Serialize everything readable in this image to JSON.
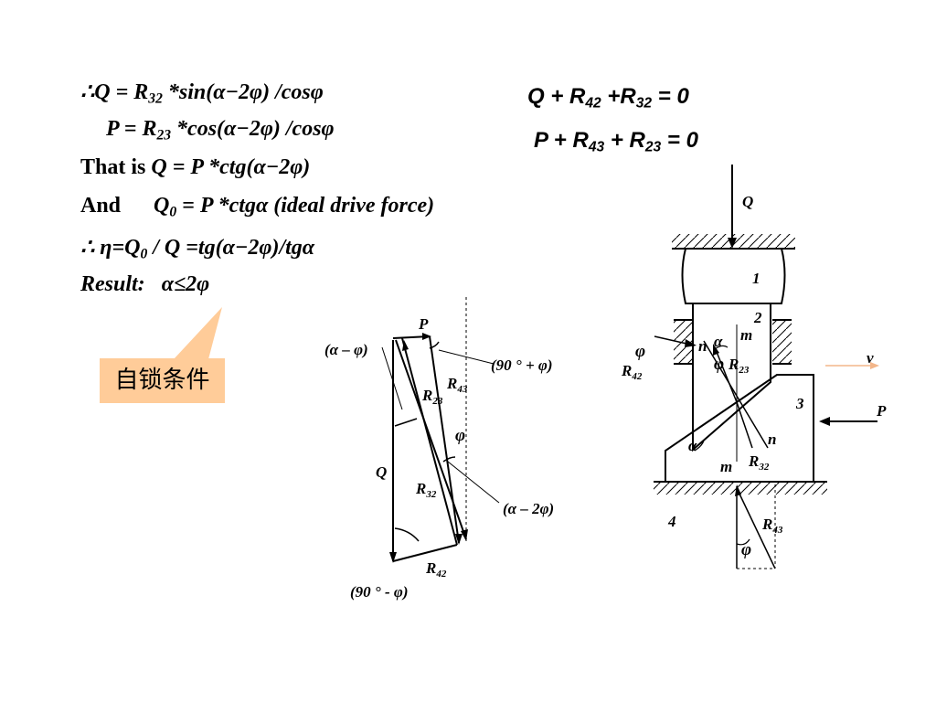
{
  "formulas": {
    "line1": {
      "prefix": "∴Q = R",
      "sub": "32",
      "rest": " *sin(α−2φ) /cosφ"
    },
    "line2": {
      "prefix": "P = R",
      "sub": "23",
      "rest": " *cos(α−2φ) /cosφ"
    },
    "line3": {
      "lead": "That is ",
      "rest": "Q = P *ctg(α−2φ)"
    },
    "line4": {
      "lead": "And",
      "q": "Q",
      "sub": "0",
      "rest": " = P *ctgα  (ideal  drive force)"
    },
    "line5": {
      "prefix": "∴ η=Q",
      "sub": "0",
      "rest": " / Q =tg(α−2φ)/tgα"
    },
    "line6": {
      "label": "Result:",
      "value": "α≤2φ"
    }
  },
  "equilibrium": {
    "eq1": {
      "a": "Q + R",
      "s1": "42",
      "b": " +R",
      "s2": "32",
      "c": " = 0"
    },
    "eq2": {
      "a": "P + R",
      "s1": "43",
      "b": " + R",
      "s2": "23",
      "c": " = 0"
    }
  },
  "callout": {
    "text": "自锁条件",
    "color": "#ffcc99"
  },
  "triangle_labels": {
    "alpha_minus_phi": "(α – φ)",
    "P": "P",
    "ninety_plus_phi": "(90 ° + φ)",
    "R43": {
      "base": "R",
      "sub": "43"
    },
    "R23": {
      "base": "R",
      "sub": "23"
    },
    "phi": "φ",
    "Q": "Q",
    "R32": {
      "base": "R",
      "sub": "32"
    },
    "alpha_minus_2phi": "(α – 2φ)",
    "R42": {
      "base": "R",
      "sub": "42"
    },
    "ninety_minus_phi": "(90 ° - φ)"
  },
  "mechanism_labels": {
    "Q": "Q",
    "part1": "1",
    "part2": "2",
    "m_top": "m",
    "n_top": "n",
    "alpha_top": "α",
    "phi_left": "φ",
    "phi_R23": "φ",
    "R23": {
      "base": "R",
      "sub": "23"
    },
    "R42": {
      "base": "R",
      "sub": "42"
    },
    "v": "v",
    "part3": "3",
    "P": "P",
    "n_bottom": "n",
    "alpha_bottom": "α",
    "m_bottom": "m",
    "R32": {
      "base": "R",
      "sub": "32"
    },
    "part4": "4",
    "R43": {
      "base": "R",
      "sub": "43"
    },
    "phi_bottom": "φ"
  }
}
